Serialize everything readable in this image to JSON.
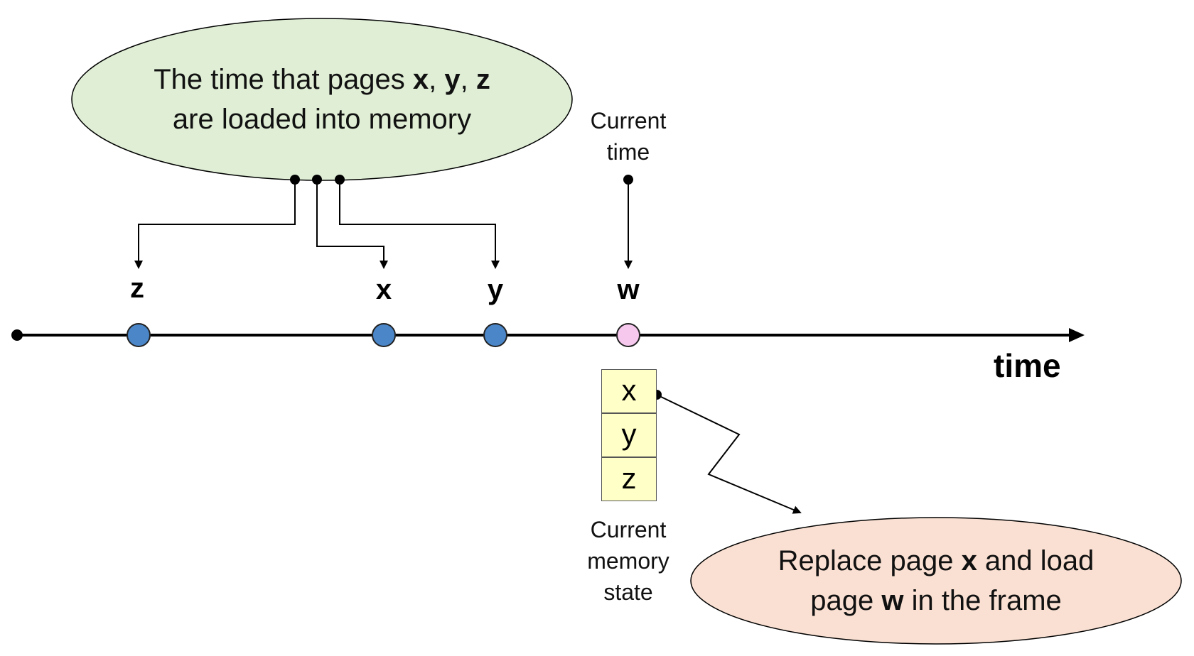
{
  "load_bubble": {
    "line1_prefix": "The time that pages ",
    "p1": "x",
    "sep1": ", ",
    "p2": "y",
    "sep2": ", ",
    "p3": "z",
    "line2": "are loaded into memory"
  },
  "current_time": {
    "line1": "Current",
    "line2": "time"
  },
  "timeline": {
    "axis_label": "time",
    "pages": [
      {
        "label": "z",
        "color": "#4a86c8"
      },
      {
        "label": "x",
        "color": "#4a86c8"
      },
      {
        "label": "y",
        "color": "#4a86c8"
      },
      {
        "label": "w",
        "color": "#f7c8ee"
      }
    ]
  },
  "memory": {
    "frames": [
      "x",
      "y",
      "z"
    ],
    "label_line1": "Current",
    "label_line2": "memory",
    "label_line3": "state",
    "frame_color": "#ffffc8"
  },
  "replace_bubble": {
    "part1": "Replace page ",
    "p1": "x",
    "part2": " and load",
    "part3": "page ",
    "p2": "w",
    "part4": " in the frame"
  },
  "colors": {
    "load_bubble_fill": "#dfeed5",
    "replace_bubble_fill": "#f9e0d2"
  }
}
